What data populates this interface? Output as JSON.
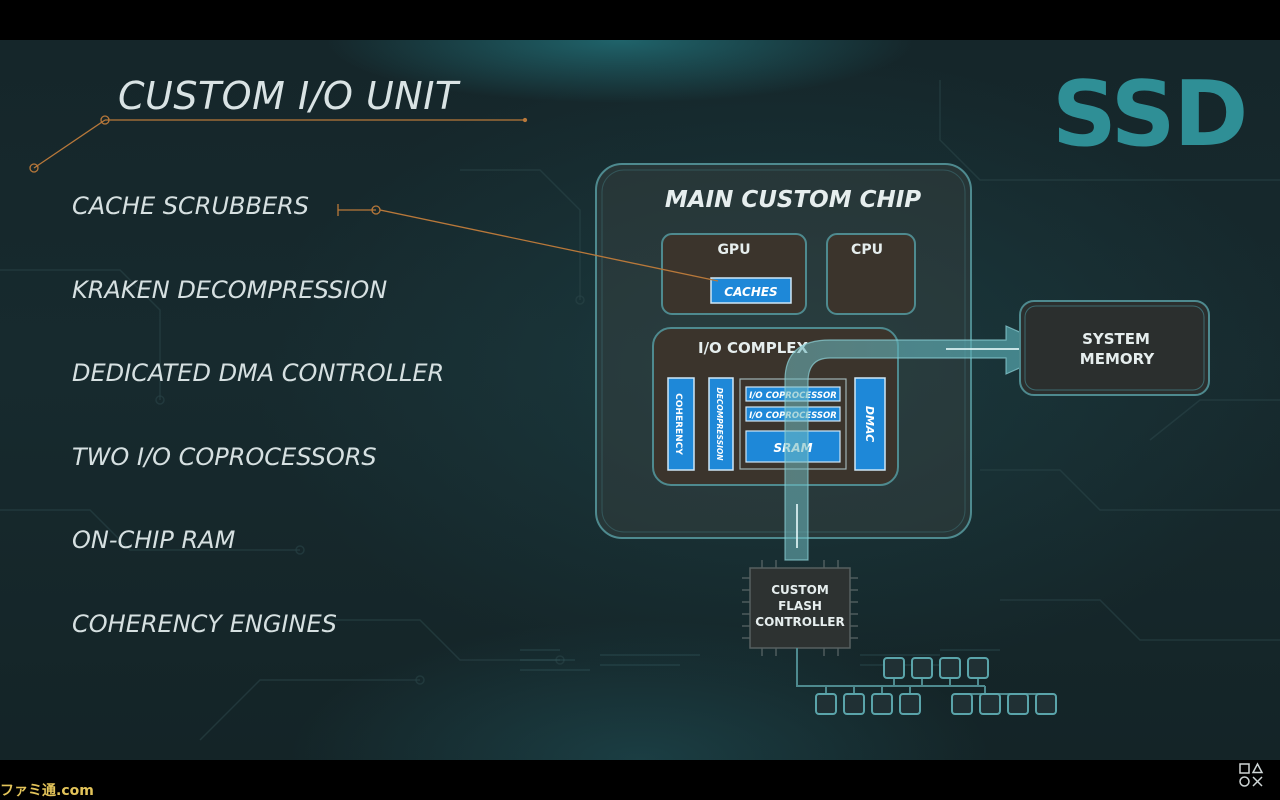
{
  "heading": "CUSTOM I/O UNIT",
  "ssd_label": "SSD",
  "features": [
    "CACHE SCRUBBERS",
    "KRAKEN DECOMPRESSION",
    "DEDICATED DMA CONTROLLER",
    "TWO I/O COPROCESSORS",
    "ON-CHIP RAM",
    "COHERENCY  ENGINES"
  ],
  "chip": {
    "title": "MAIN CUSTOM CHIP",
    "gpu_label": "GPU",
    "caches_label": "CACHES",
    "cpu_label": "CPU",
    "io_complex_label": "I/O COMPLEX",
    "coherency_label": "COHERENCY",
    "decompression_label": "DECOMPRESSION",
    "coprocessor_labels": [
      "I/O COPROCESSOR",
      "I/O COPROCESSOR"
    ],
    "sram_label": "SRAM",
    "dmac_label": "DMAC"
  },
  "system_memory_lines": [
    "SYSTEM",
    "MEMORY"
  ],
  "flash_controller_lines": [
    "CUSTOM",
    "FLASH",
    "CONTROLLER"
  ],
  "watermark": "ファミ通.com",
  "colors": {
    "background": "#172a2e",
    "accent_orange": "#b8783a",
    "chip_blue": "#1e88d8",
    "ssd_teal": "#2f8f96",
    "box_brown": "#3b342c"
  },
  "icons": [
    "playstation-logo-icon"
  ]
}
